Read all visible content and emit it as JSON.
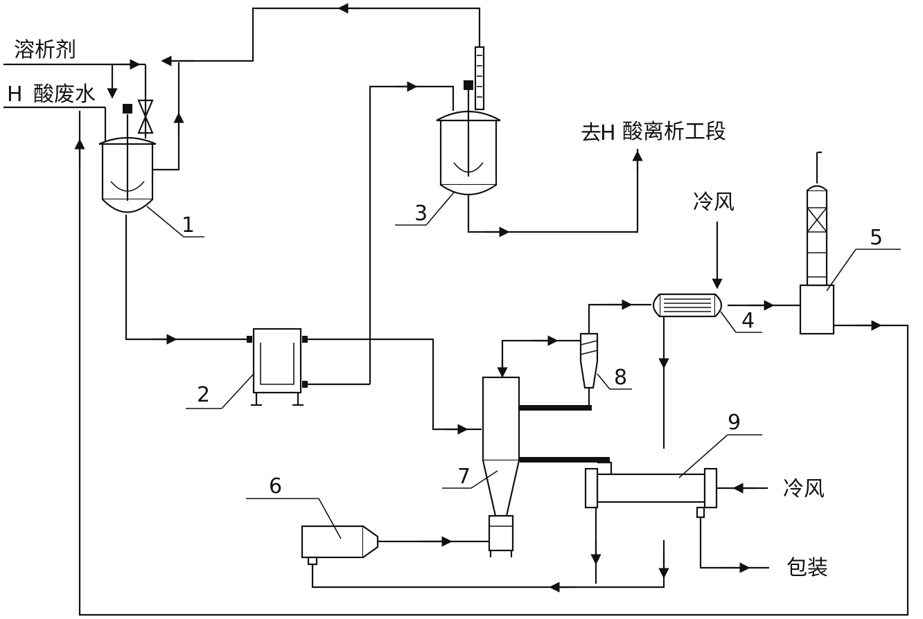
{
  "labels": {
    "solvent": "溶析剂",
    "acid_waste_h": "H",
    "acid_waste": "酸废水",
    "to_section_prefix": "去",
    "to_section_h": "H",
    "to_section": "酸离析工段",
    "cold_air_top": "冷风",
    "cold_air_right": "冷风",
    "packaging": "包装"
  },
  "equipment": {
    "n1": "1",
    "n2": "2",
    "n3": "3",
    "n4": "4",
    "n5": "5",
    "n6": "6",
    "n7": "7",
    "n8": "8",
    "n9": "9"
  }
}
